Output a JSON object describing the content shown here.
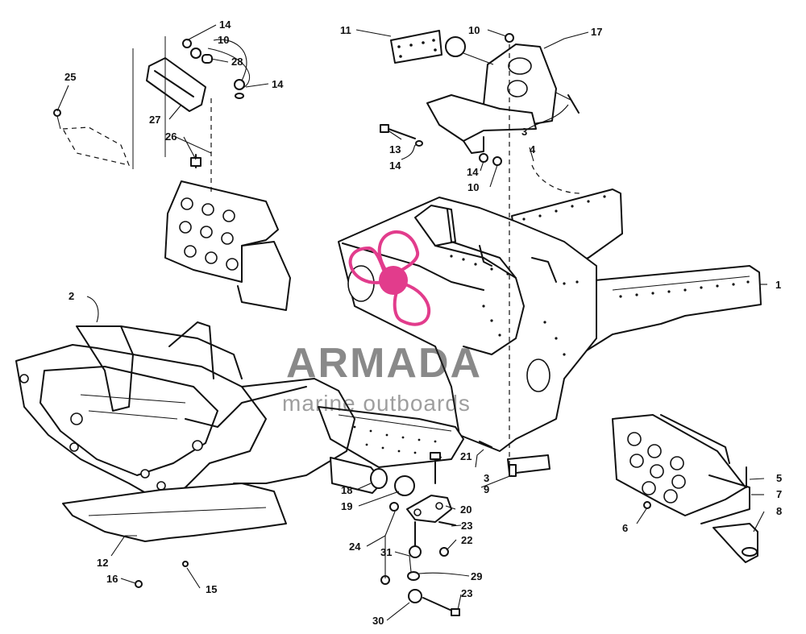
{
  "diagram": {
    "callouts": [
      {
        "id": "c1",
        "text": "1"
      },
      {
        "id": "c2",
        "text": "2"
      },
      {
        "id": "c3a",
        "text": "3"
      },
      {
        "id": "c3b",
        "text": "3"
      },
      {
        "id": "c4",
        "text": "4"
      },
      {
        "id": "c5",
        "text": "5"
      },
      {
        "id": "c6",
        "text": "6"
      },
      {
        "id": "c7",
        "text": "7"
      },
      {
        "id": "c8",
        "text": "8"
      },
      {
        "id": "c9",
        "text": "9"
      },
      {
        "id": "c10a",
        "text": "10"
      },
      {
        "id": "c10b",
        "text": "10"
      },
      {
        "id": "c10c",
        "text": "10"
      },
      {
        "id": "c11",
        "text": "11"
      },
      {
        "id": "c12",
        "text": "12"
      },
      {
        "id": "c13",
        "text": "13"
      },
      {
        "id": "c14a",
        "text": "14"
      },
      {
        "id": "c14b",
        "text": "14"
      },
      {
        "id": "c14c",
        "text": "14"
      },
      {
        "id": "c14d",
        "text": "14"
      },
      {
        "id": "c15",
        "text": "15"
      },
      {
        "id": "c16",
        "text": "16"
      },
      {
        "id": "c17",
        "text": "17"
      },
      {
        "id": "c18",
        "text": "18"
      },
      {
        "id": "c19",
        "text": "19"
      },
      {
        "id": "c20",
        "text": "20"
      },
      {
        "id": "c21",
        "text": "21"
      },
      {
        "id": "c22",
        "text": "22"
      },
      {
        "id": "c23a",
        "text": "23"
      },
      {
        "id": "c23b",
        "text": "23"
      },
      {
        "id": "c24",
        "text": "24"
      },
      {
        "id": "c25",
        "text": "25"
      },
      {
        "id": "c26",
        "text": "26"
      },
      {
        "id": "c27",
        "text": "27"
      },
      {
        "id": "c28",
        "text": "28"
      },
      {
        "id": "c29",
        "text": "29"
      },
      {
        "id": "c30",
        "text": "30"
      },
      {
        "id": "c31",
        "text": "31"
      }
    ]
  },
  "watermark": {
    "title": "ARMADA",
    "subtitle": "marine outboards",
    "logo_icon": "propeller-logo-icon",
    "logo_color": "#e23c8c",
    "text_color": "#2a2a2a"
  }
}
